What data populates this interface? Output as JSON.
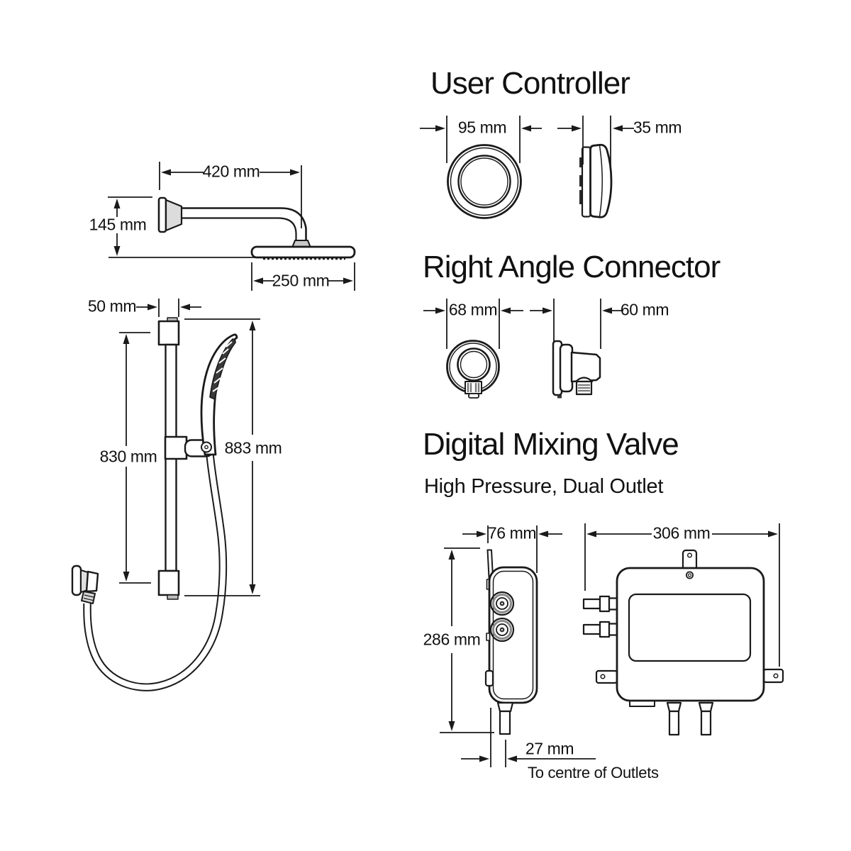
{
  "colors": {
    "background": "#ffffff",
    "line": "#1a1a1a",
    "text": "#111111"
  },
  "sections": {
    "overhead_shower": {
      "arm_length": "420 mm",
      "drop_height": "145 mm",
      "head_diameter": "250 mm"
    },
    "slide_rail_kit": {
      "wall_offset": "50 mm",
      "rail_length": "830 mm",
      "overall_height": "883 mm"
    },
    "user_controller": {
      "title": "User Controller",
      "face_diameter": "95 mm",
      "depth": "35 mm"
    },
    "right_angle_connector": {
      "title": "Right Angle Connector",
      "face_diameter": "68 mm",
      "depth": "60 mm"
    },
    "digital_mixing_valve": {
      "title": "Digital Mixing Valve",
      "subtitle": "High Pressure, Dual Outlet",
      "depth": "76 mm",
      "width": "306 mm",
      "height": "286 mm",
      "outlet_offset": "27 mm",
      "outlet_note": "To centre of Outlets"
    }
  }
}
